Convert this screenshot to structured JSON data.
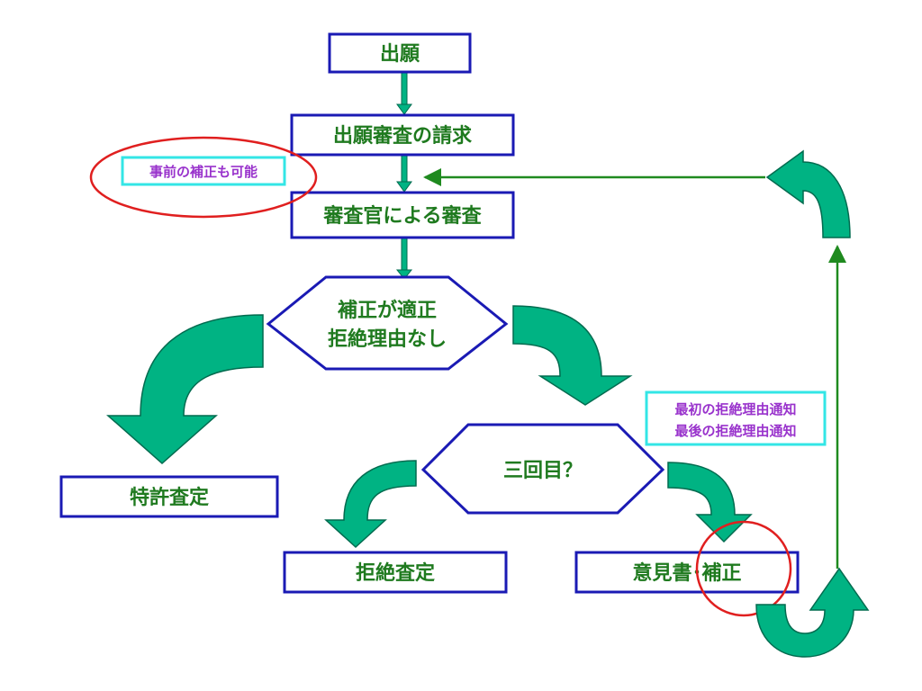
{
  "colors": {
    "box_border": "#1a1ab4",
    "box_text": "#1f7a1f",
    "note_border": "#33e6e6",
    "note_text": "#9933cc",
    "arrow_fill": "#00b383",
    "arrow_stroke": "#006b4f",
    "line_arrow": "#1f8a1f",
    "highlight_oval": "#e01f1f"
  },
  "nodes": {
    "filing": "出願",
    "exam_request": "出願審査の請求",
    "examination": "審査官による審査",
    "decision_1": [
      "補正が適正",
      "拒絶理由なし"
    ],
    "grant": "特許査定",
    "decision_2": "三回目？",
    "rejection": "拒絶査定",
    "response": "意見書･補正"
  },
  "notes": {
    "pre_amendment": "事前の補正も可能",
    "notices": [
      "最初の拒絶理由通知",
      "最後の拒絶理由通知"
    ]
  }
}
